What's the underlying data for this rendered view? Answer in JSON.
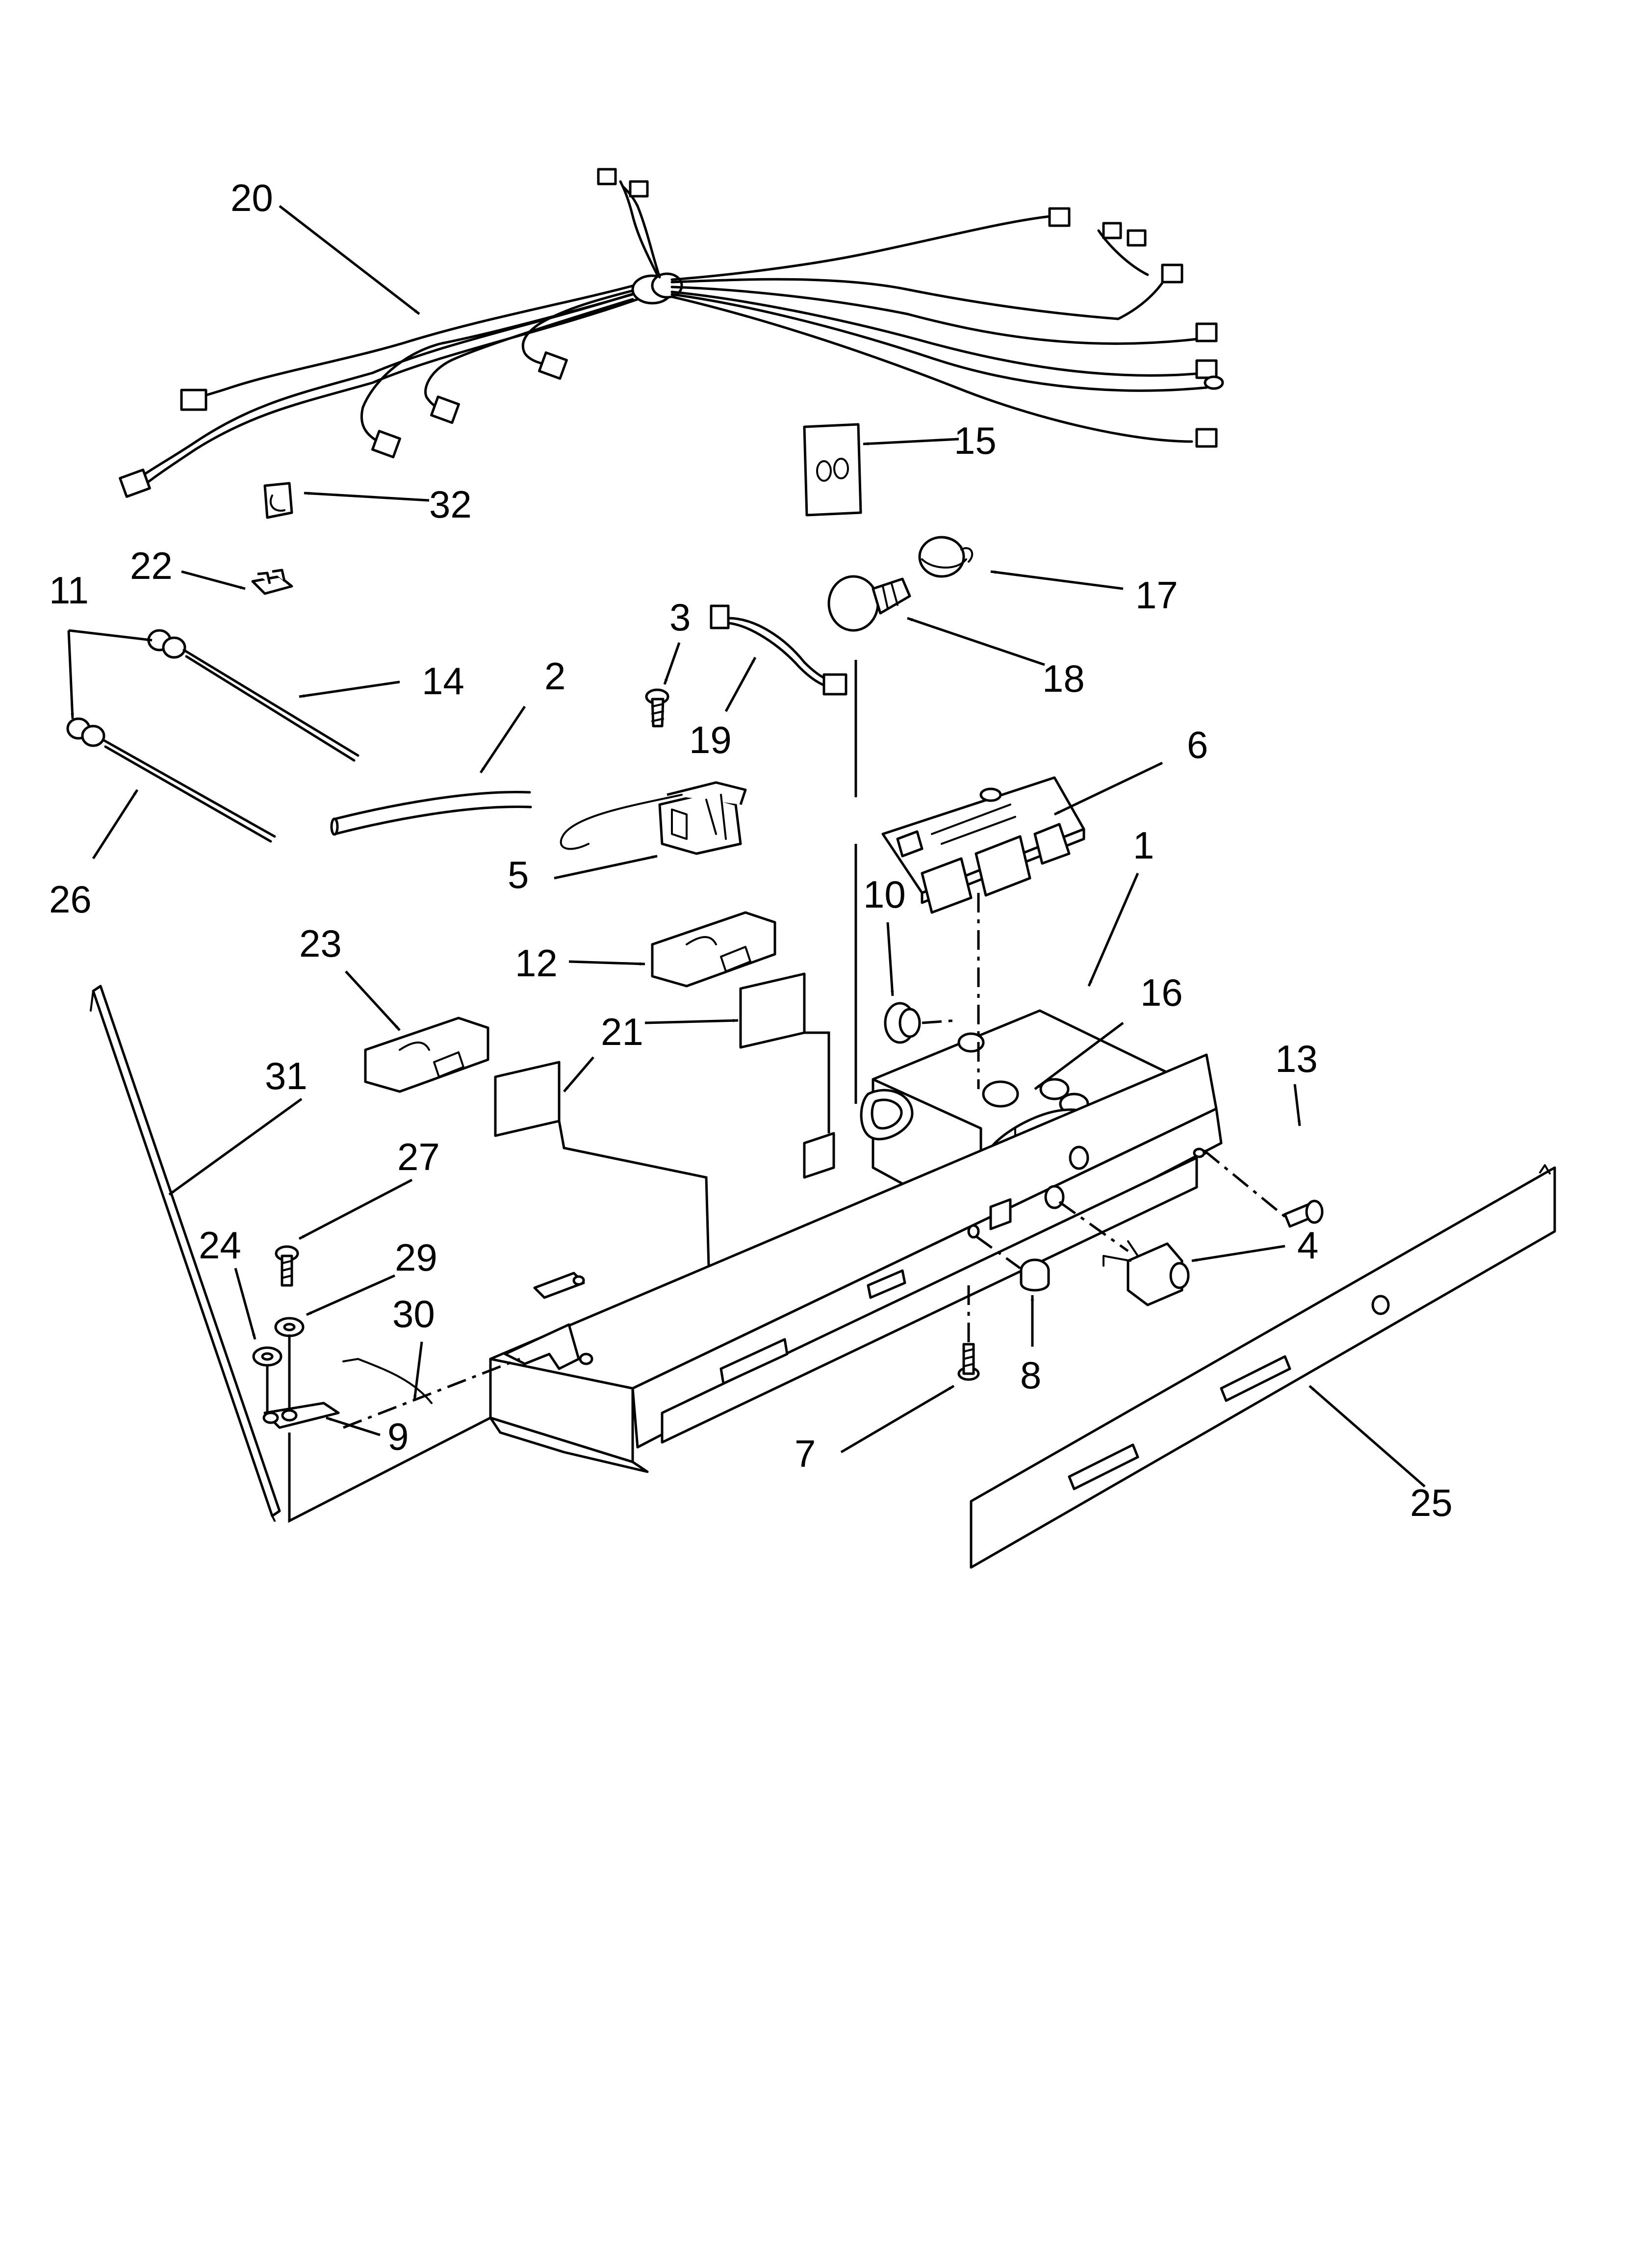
{
  "diagram": {
    "callouts": [
      {
        "id": "20",
        "text": "20"
      },
      {
        "id": "32",
        "text": "32"
      },
      {
        "id": "15",
        "text": "15"
      },
      {
        "id": "17",
        "text": "17"
      },
      {
        "id": "18",
        "text": "18"
      },
      {
        "id": "22",
        "text": "22"
      },
      {
        "id": "11",
        "text": "11"
      },
      {
        "id": "3",
        "text": "3"
      },
      {
        "id": "14",
        "text": "14"
      },
      {
        "id": "2",
        "text": "2"
      },
      {
        "id": "19",
        "text": "19"
      },
      {
        "id": "6",
        "text": "6"
      },
      {
        "id": "26",
        "text": "26"
      },
      {
        "id": "5",
        "text": "5"
      },
      {
        "id": "1",
        "text": "1"
      },
      {
        "id": "10",
        "text": "10"
      },
      {
        "id": "16",
        "text": "16"
      },
      {
        "id": "23",
        "text": "23"
      },
      {
        "id": "12",
        "text": "12"
      },
      {
        "id": "21",
        "text": "21"
      },
      {
        "id": "13",
        "text": "13"
      },
      {
        "id": "31",
        "text": "31"
      },
      {
        "id": "27",
        "text": "27"
      },
      {
        "id": "4",
        "text": "4"
      },
      {
        "id": "24",
        "text": "24"
      },
      {
        "id": "29",
        "text": "29"
      },
      {
        "id": "30",
        "text": "30"
      },
      {
        "id": "8",
        "text": "8"
      },
      {
        "id": "9",
        "text": "9"
      },
      {
        "id": "7",
        "text": "7"
      },
      {
        "id": "25",
        "text": "25"
      }
    ]
  }
}
